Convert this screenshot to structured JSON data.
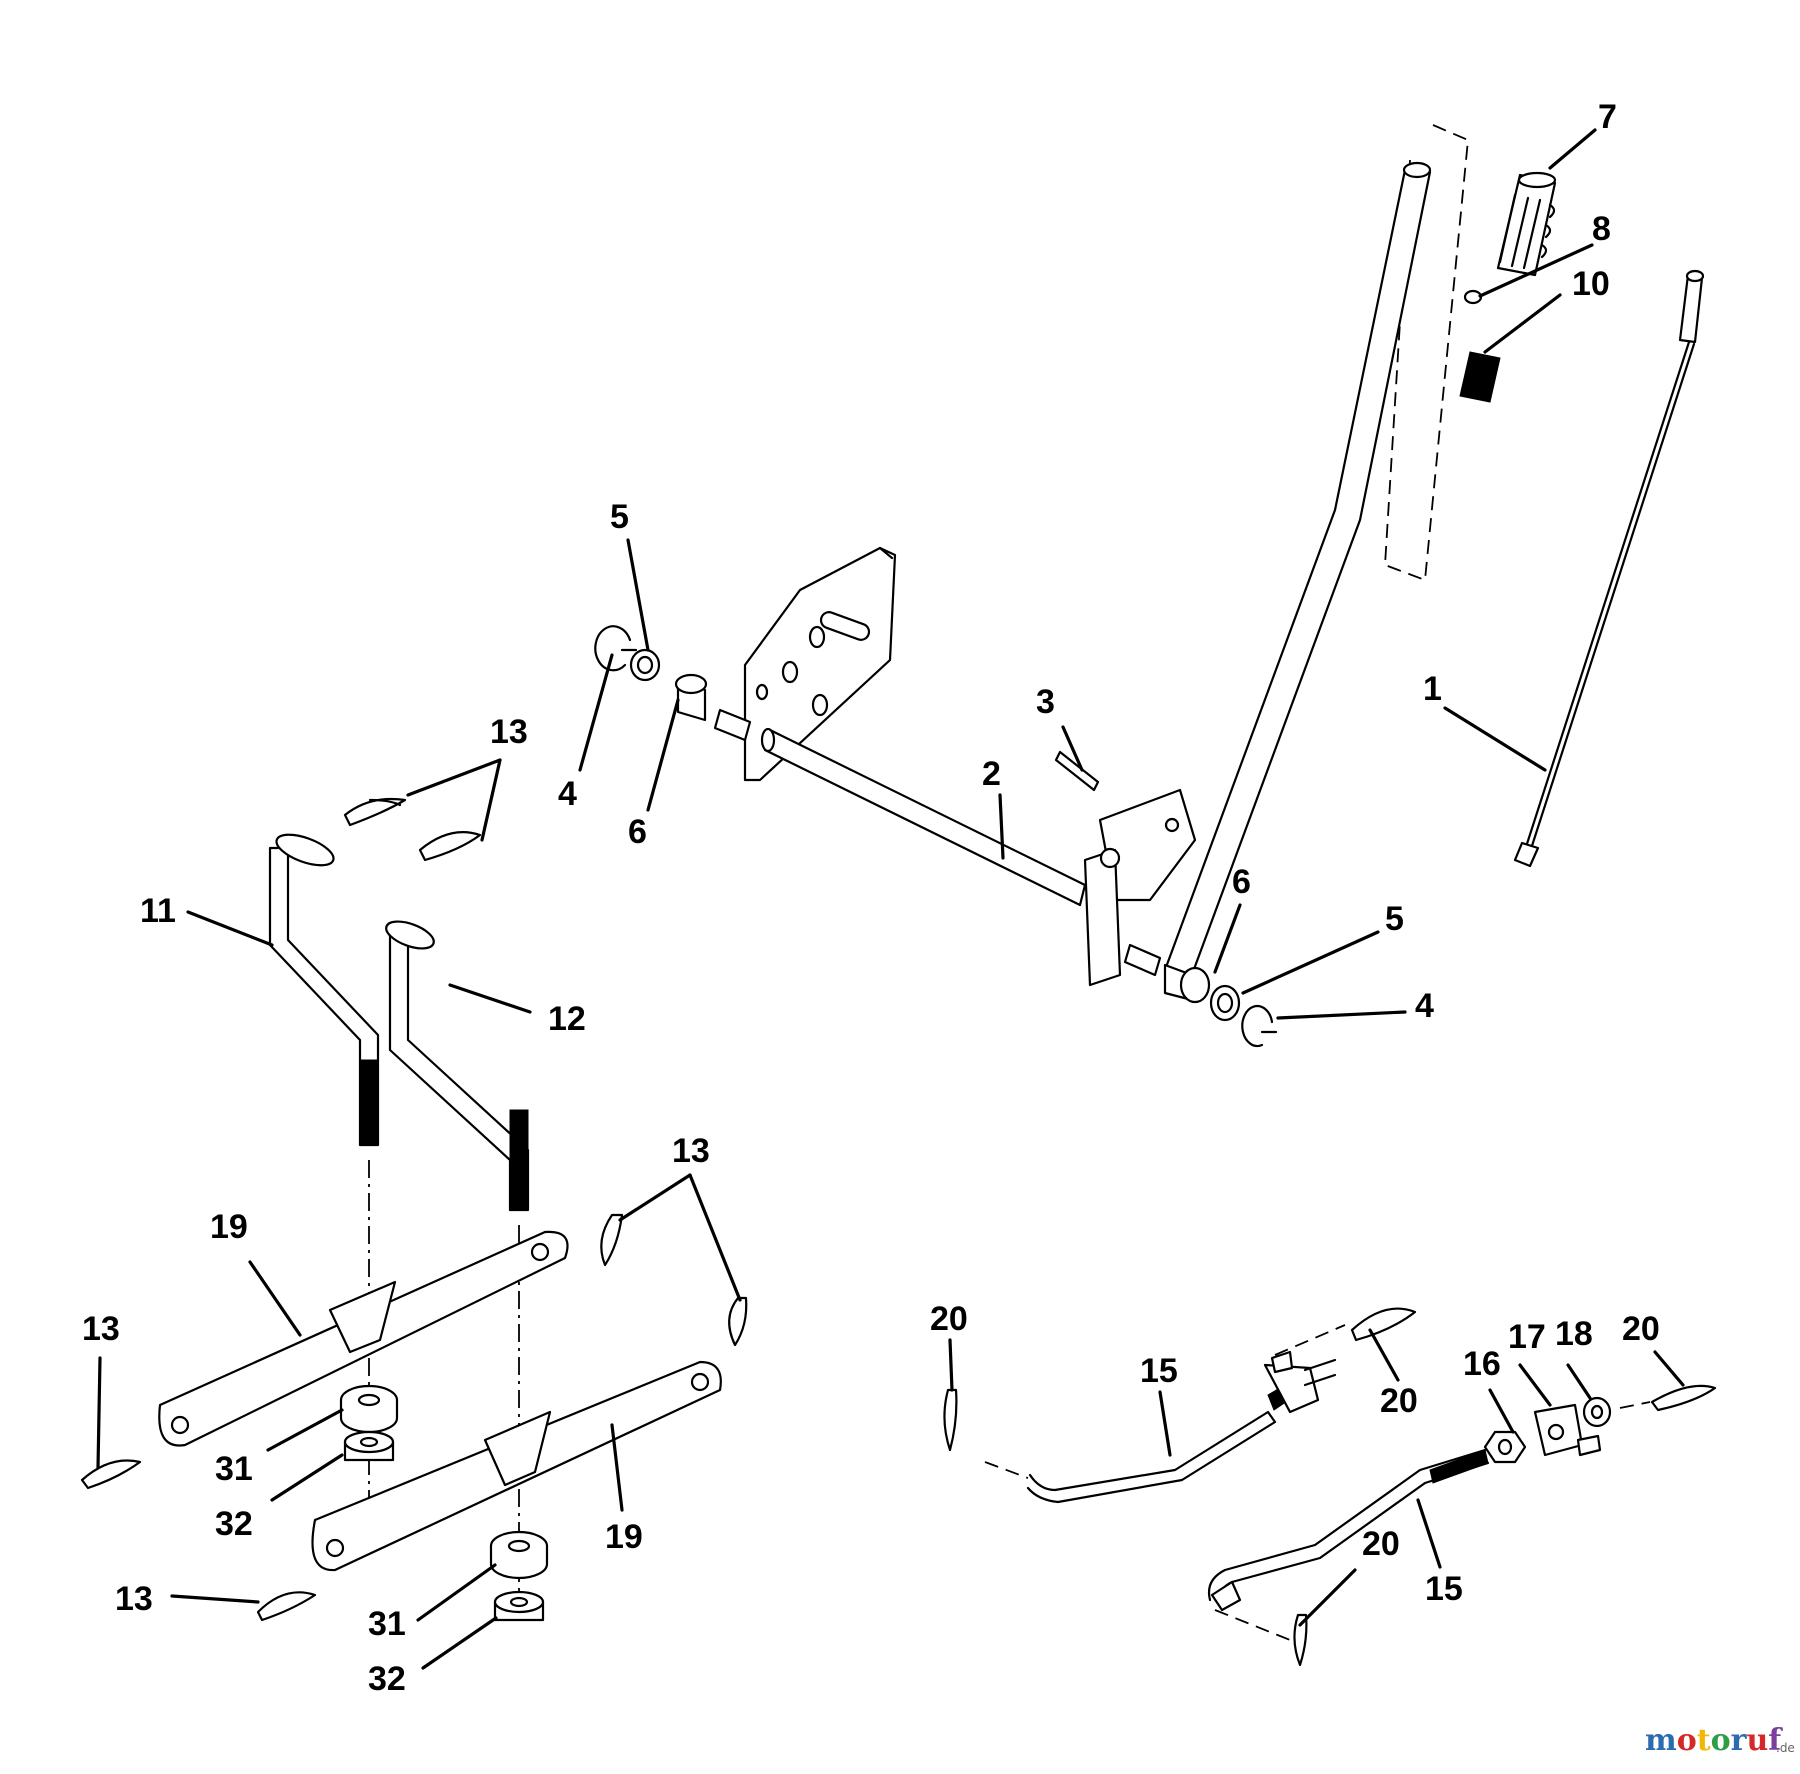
{
  "callouts": {
    "c7": "7",
    "c8": "8",
    "c10": "10",
    "c1": "1",
    "c5a": "5",
    "c4a": "4",
    "c6a": "6",
    "c3": "3",
    "c2": "2",
    "c13a": "13",
    "c11": "11",
    "c12": "12",
    "c6b": "6",
    "c5b": "5",
    "c4b": "4",
    "c13b": "13",
    "c19a": "19",
    "c13c": "13",
    "c31a": "31",
    "c32a": "32",
    "c19b": "19",
    "c13d": "13",
    "c31b": "31",
    "c32b": "32",
    "c20a": "20",
    "c15a": "15",
    "c20b": "20",
    "c16": "16",
    "c17": "17",
    "c18": "18",
    "c20c": "20",
    "c20d": "20",
    "c15b": "15"
  },
  "watermark": {
    "letters": [
      "m",
      "o",
      "t",
      "o",
      "r",
      "u",
      "f"
    ],
    "colors": [
      "#2b6cb0",
      "#d62828",
      "#f2b705",
      "#2e9e44",
      "#2b6cb0",
      "#d62828",
      "#7b3fa0"
    ],
    "suffix": ".de"
  }
}
